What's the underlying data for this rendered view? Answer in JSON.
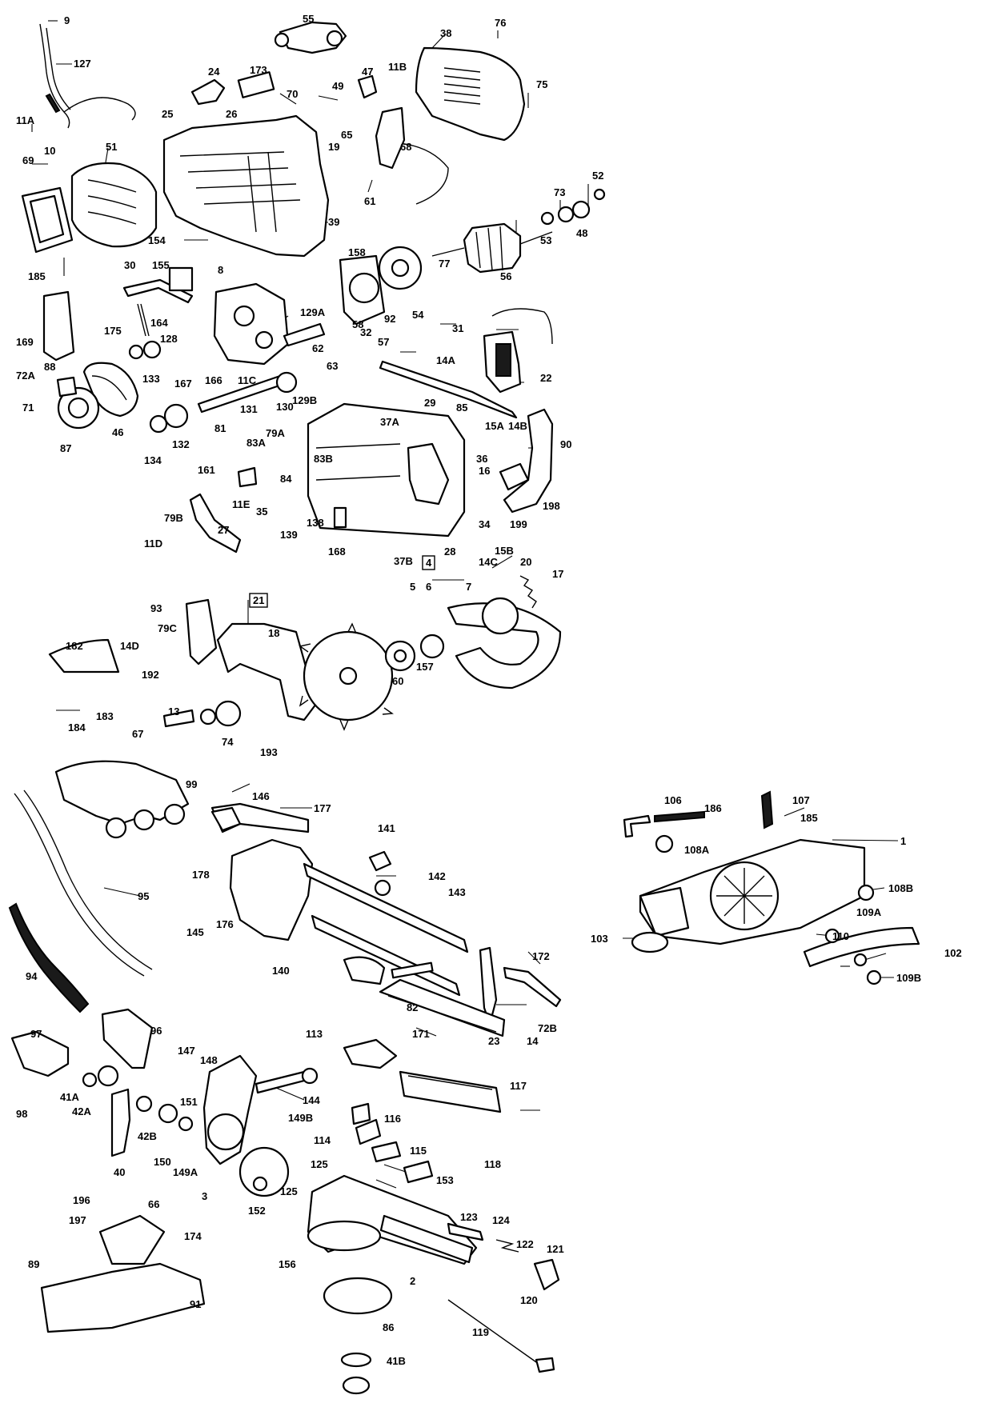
{
  "diagram": {
    "line_color": "#000000",
    "background": "#ffffff",
    "callouts": {
      "c9": "9",
      "c127": "127",
      "c55": "55",
      "c76": "76",
      "c38": "38",
      "c24": "24",
      "c173": "173",
      "c47": "47",
      "c11B": "11B",
      "c75": "75",
      "c11A": "11A",
      "c10": "10",
      "c25": "25",
      "c26": "26",
      "c70": "70",
      "c49": "49",
      "c65": "65",
      "c19": "19",
      "c68": "68",
      "c51": "51",
      "c69": "69",
      "c61": "61",
      "c52": "52",
      "c73": "73",
      "c48": "48",
      "c53": "53",
      "c39": "39",
      "c154": "154",
      "c185a": "185",
      "c77": "77",
      "c56": "56",
      "c158": "158",
      "c30": "30",
      "c155": "155",
      "c8": "8",
      "c129A": "129A",
      "c92": "92",
      "c54": "54",
      "c169": "169",
      "c175": "175",
      "c164": "164",
      "c58": "58",
      "c32": "32",
      "c57": "57",
      "c31": "31",
      "c128": "128",
      "c62": "62",
      "c63": "63",
      "c14A": "14A",
      "c22": "22",
      "c88": "88",
      "c72A": "72A",
      "c133": "133",
      "c167": "167",
      "c166": "166",
      "c11C": "11C",
      "c130": "130",
      "c129B": "129B",
      "c71": "71",
      "c29": "29",
      "c87": "87",
      "c46": "46",
      "c131": "131",
      "c85": "85",
      "c81": "81",
      "c37A": "37A",
      "c15A": "15A",
      "c14B": "14B",
      "c90": "90",
      "c134": "134",
      "c132": "132",
      "c79A": "79A",
      "c83A": "83A",
      "c36": "36",
      "c83B": "83B",
      "c161": "161",
      "c16": "16",
      "c84": "84",
      "c11E": "11E",
      "c35": "35",
      "c198": "198",
      "c138": "138",
      "c139": "139",
      "c34": "34",
      "c199": "199",
      "c79B": "79B",
      "c27": "27",
      "c11D": "11D",
      "c168": "168",
      "c37B": "37B",
      "c28": "28",
      "c4": "4",
      "c15B": "15B",
      "c14C": "14C",
      "c20": "20",
      "c17": "17",
      "c5": "5",
      "c6": "6",
      "c7": "7",
      "c93": "93",
      "c21": "21",
      "c18": "18",
      "c79C": "79C",
      "c14D": "14D",
      "c182": "182",
      "c192": "192",
      "c157": "157",
      "c60": "60",
      "c13": "13",
      "c67": "67",
      "c74": "74",
      "c184": "184",
      "c183": "183",
      "c193": "193",
      "c99": "99",
      "c146": "146",
      "c177": "177",
      "c141": "141",
      "c142": "142",
      "c143": "143",
      "c178": "178",
      "c95": "95",
      "c145": "145",
      "c176": "176",
      "c140": "140",
      "c172": "172",
      "c94": "94",
      "c82": "82",
      "c23": "23",
      "c14": "14",
      "c72B": "72B",
      "c96": "96",
      "c113": "113",
      "c171": "171",
      "c97": "97",
      "c147": "147",
      "c148": "148",
      "c117": "117",
      "c41A": "41A",
      "c144": "144",
      "c42A": "42A",
      "c151": "151",
      "c149B": "149B",
      "c116": "116",
      "c98": "98",
      "c42B": "42B",
      "c114": "114",
      "c115": "115",
      "c150": "150",
      "c149A": "149A",
      "c40": "40",
      "c118": "118",
      "c125a": "125",
      "c153": "153",
      "c3": "3",
      "c125b": "125",
      "c152": "152",
      "c196": "196",
      "c66": "66",
      "c197": "197",
      "c123": "123",
      "c124": "124",
      "c174": "174",
      "c122": "122",
      "c121": "121",
      "c89": "89",
      "c156": "156",
      "c2": "2",
      "c120": "120",
      "c91": "91",
      "c119": "119",
      "c86": "86",
      "c41B": "41B",
      "c106": "106",
      "c186": "186",
      "c107": "107",
      "c185b": "185",
      "c1": "1",
      "c108A": "108A",
      "c108B": "108B",
      "c109A": "109A",
      "c103": "103",
      "c110": "110",
      "c102": "102",
      "c109B": "109B"
    }
  }
}
